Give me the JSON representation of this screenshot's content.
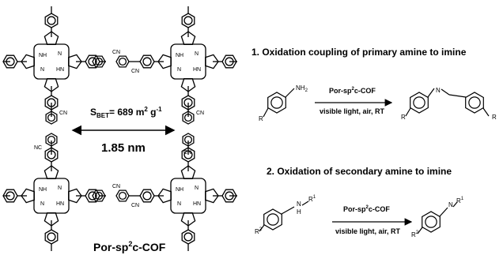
{
  "cof": {
    "bet_label": "S",
    "bet_sub": "BET",
    "bet_value": "= 689 m",
    "bet_sup": "2",
    "bet_unit": " g",
    "bet_unit_sup": "-1",
    "pore_size": "1.85 nm",
    "name_pre": "Por-sp",
    "name_sup": "2",
    "name_post": "c-COF"
  },
  "ring_labels": {
    "nh": "NH",
    "hn": "HN",
    "cn": "CN",
    "nc": "NC"
  },
  "reaction1": {
    "title": "1. Oxidation coupling of primary amine to imine",
    "reactant_group": "NH",
    "reactant_sub": "2",
    "r_label": "R",
    "catalyst_pre": "Por-sp",
    "catalyst_sup": "2",
    "catalyst_post": "c-COF",
    "conditions": "visible light, air, RT",
    "n_label": "N"
  },
  "reaction2": {
    "title": "2. Oxidation of secondary amine to imine",
    "nh_label": "N",
    "h_label": "H",
    "r1_label": "R",
    "r1_sup": "1",
    "r2_label": "R",
    "r2_sup": "2",
    "catalyst_pre": "Por-sp",
    "catalyst_sup": "2",
    "catalyst_post": "c-COF",
    "conditions": "visible light, air, RT",
    "n_label": "N"
  }
}
